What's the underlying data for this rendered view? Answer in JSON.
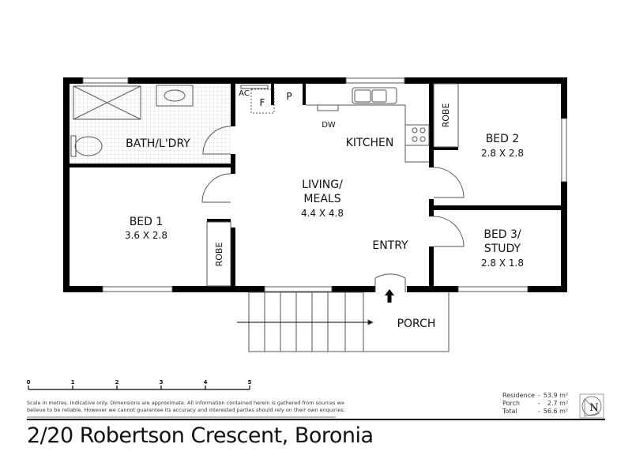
{
  "rooms": {
    "bath": {
      "name": "BATH/L'DRY"
    },
    "kitchen": {
      "name": "KITCHEN"
    },
    "living": {
      "name_line1": "LIVING/",
      "name_line2": "MEALS",
      "dims": "4.4 X 4.8"
    },
    "bed1": {
      "name": "BED 1",
      "dims": "3.6 X 2.8"
    },
    "bed2": {
      "name": "BED 2",
      "dims": "2.8 X 2.8"
    },
    "bed3": {
      "name_line1": "BED 3/",
      "name_line2": "STUDY",
      "dims": "2.8 X 1.8"
    },
    "entry": {
      "name": "ENTRY"
    },
    "porch": {
      "name": "PORCH"
    }
  },
  "fixtures": {
    "ac": "AC",
    "fridge": "F",
    "pantry": "P",
    "dishwasher": "DW",
    "robe": "ROBE"
  },
  "scale": {
    "ticks": [
      "0",
      "1",
      "2",
      "3",
      "4",
      "5"
    ],
    "unit": "metres"
  },
  "disclaimer": "Scale in metres. Indicative only. Dimensions are approximate. All information contained herein is gathered from sources we believe to be reliable. However we cannot guarantee its accuracy and interested parties should rely on their own enquiries.",
  "areas": [
    {
      "label": "Residence",
      "value": "53.9 m²"
    },
    {
      "label": "Porch",
      "value": "2.7 m²"
    },
    {
      "label": "Total",
      "value": "56.6 m²"
    }
  ],
  "compass": {
    "letter": "N"
  },
  "address": "2/20 Robertson Crescent, Boronia"
}
